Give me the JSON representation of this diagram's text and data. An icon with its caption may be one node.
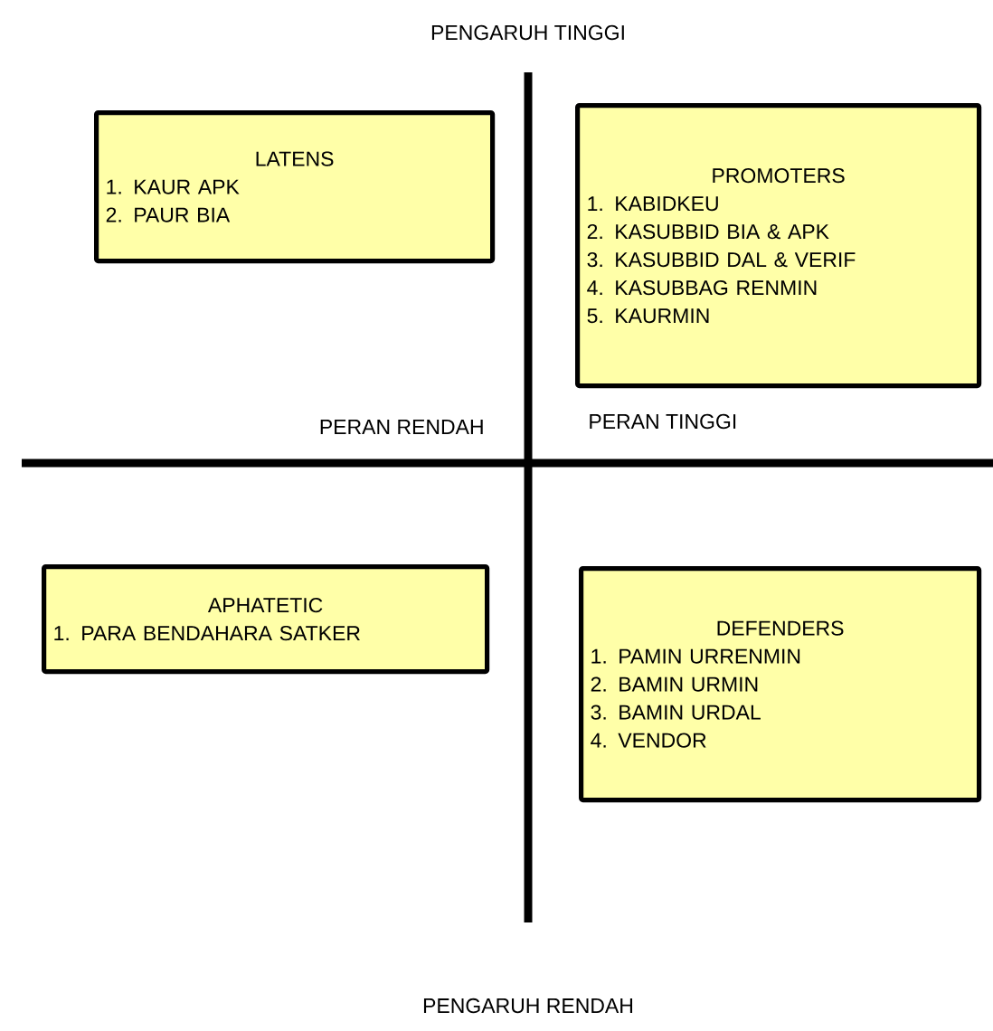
{
  "diagram": {
    "nodes": [
      {
        "text": [
          "LATENS",
          "1. KAUR APK",
          "2. PAUR BIA"
        ]
      },
      {
        "text": [
          "PROMOTERS",
          "1. KABIDKEU",
          "2. KASUBBID BIA & APK",
          "3. KASUBBID DAL & VERIF",
          "4. KASUBBAG RENMIN",
          "5. KAURMIN"
        ]
      },
      {
        "text": [
          "APHATETIC",
          "1. PARA BENDAHARA SATKER"
        ]
      },
      {
        "text": [
          "DEFENDERS",
          "1. PAMIN URRENMIN",
          "2. BAMIN URMIN",
          "3. BAMIN URDAL",
          "4. VENDOR"
        ]
      }
    ],
    "labels": [
      "PENGARUH TINGGI",
      "PERAN RENDAH",
      "PERAN TINGGI",
      "PENGARUH RENDAH"
    ]
  }
}
